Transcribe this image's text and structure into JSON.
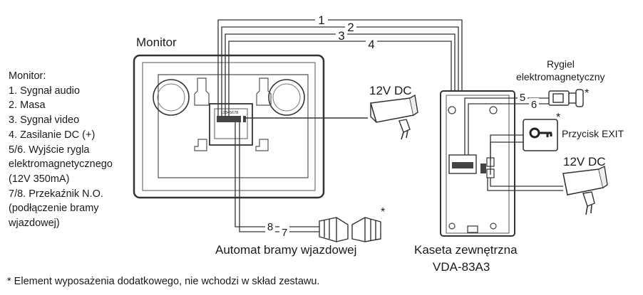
{
  "legend": {
    "title": "Monitor:",
    "lines": [
      "1. Sygnał audio",
      "2. Masa",
      "3. Sygnał video",
      "4. Zasilanie DC (+)",
      "5/6. Wyjście rygla",
      "elektromagnetycznego",
      "(12V 350mA)",
      "7/8. Przekaźnik N.O.",
      "(podłączenie bramy",
      "wjazdowej)"
    ]
  },
  "labels": {
    "monitor": "Monitor",
    "psu_monitor": "12V DC",
    "psu_station": "12V DC",
    "lock_line1": "Rygiel",
    "lock_line2": "elektromagnetyczny",
    "exit_button": "Przycisk EXIT",
    "gate": "Automat bramy wjazdowej",
    "station_line1": "Kaseta zewnętrzna",
    "station_line2": "VDA-83A3",
    "asterisk": "*",
    "terminal_pins": "12345678"
  },
  "wires": {
    "w1": "1",
    "w2": "2",
    "w3": "3",
    "w4": "4",
    "w5": "5",
    "w6": "6",
    "w7": "7",
    "w8": "8"
  },
  "footnote": "* Element wyposażenia dodatkowego, nie wchodzi w skład zestawu."
}
